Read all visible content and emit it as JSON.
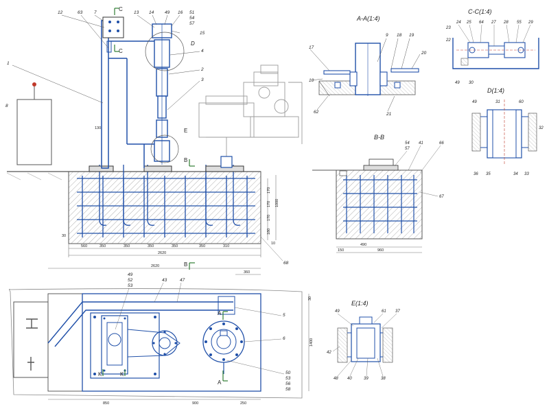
{
  "colors": {
    "blue": "#1f4fa8",
    "blue_light": "#6d8fd0",
    "grey": "#b9b9b9",
    "ink": "#3a3a3a",
    "red": "#c0392b"
  },
  "section_labels": {
    "aa": "A-A(1:4)",
    "cc": "C-C(1:4)",
    "d": "D(1:4)",
    "bb": "B-B",
    "e": "E(1:4)"
  },
  "cut_marks": {
    "c": "C",
    "a": "A",
    "b": "B",
    "k": "K",
    "d": "D",
    "e": "E"
  },
  "main_view_callouts": [
    "12",
    "63",
    "7",
    "13",
    "14",
    "49",
    "16",
    "51",
    "54",
    "57",
    "15",
    "1",
    "2",
    "3",
    "4",
    "8"
  ],
  "aa_callouts": [
    "9",
    "18",
    "19",
    "17",
    "20",
    "10",
    "62",
    "21"
  ],
  "cc_callouts": [
    "24",
    "25",
    "64",
    "27",
    "28",
    "55",
    "29",
    "23",
    "22",
    "49",
    "30"
  ],
  "d_callouts": [
    "49",
    "31",
    "60",
    "32",
    "36",
    "35",
    "34",
    "33"
  ],
  "bb_callouts": [
    "54",
    "57",
    "41",
    "66",
    "67"
  ],
  "e_callouts": [
    "49",
    "61",
    "37",
    "42",
    "48",
    "40",
    "39",
    "38"
  ],
  "plan_callouts": [
    "49",
    "52",
    "53",
    "43",
    "47",
    "5",
    "6",
    "50",
    "53",
    "56",
    "58"
  ],
  "misc_callouts": [
    "68"
  ],
  "dimensions": {
    "main_bottom": [
      "560",
      "350",
      "350",
      "350",
      "350",
      "350",
      "310"
    ],
    "main_total": "2620",
    "main_right": [
      "170",
      "170",
      "170",
      "180",
      "1000"
    ],
    "main_small": [
      "130",
      "30",
      "10"
    ],
    "bb": [
      "490",
      "960",
      "150"
    ],
    "plan_top": [
      "2620",
      "360"
    ],
    "plan_bottom": [
      "850",
      "900",
      "250"
    ],
    "plan_right": [
      "1400",
      "30"
    ]
  }
}
